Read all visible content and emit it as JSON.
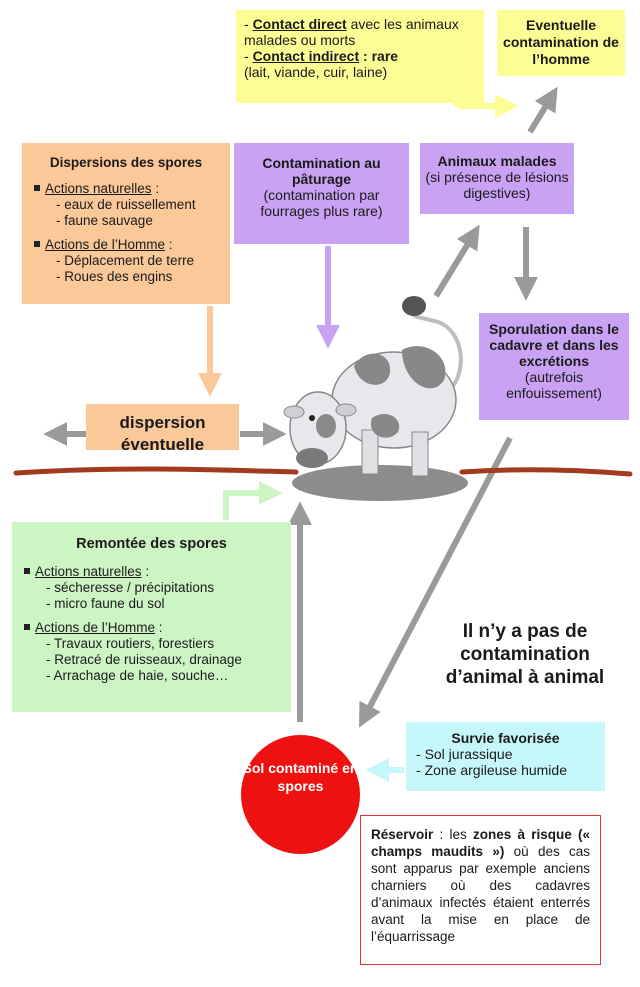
{
  "colors": {
    "yellow": "#fdfd96",
    "orange": "#fbc89a",
    "violet": "#c9a2f3",
    "green": "#cdf5c4",
    "cyan": "#c6f7fb",
    "red": "#ee1111",
    "arrow_grey": "#9a9a9a",
    "soil": "#a23a1e"
  },
  "contact": {
    "direct_label": "Contact direct",
    "direct_text": " avec les animaux malades ou morts",
    "indirect_label": "Contact indirect",
    "indirect_text": " : rare",
    "indirect_detail": "(lait, viande, cuir, laine)"
  },
  "homme": {
    "title": "Eventuelle contamination de l’homme"
  },
  "dispersions": {
    "title": "Dispersions des spores",
    "naturelles_label": "Actions naturelles",
    "naturelles_suffix": " :",
    "naturelles_items": [
      "eaux de ruissellement",
      "faune sauvage"
    ],
    "homme_label": "Actions de l’Homme",
    "homme_suffix": " :",
    "homme_items": [
      "Déplacement de terre",
      "Roues des engins"
    ]
  },
  "paturage": {
    "title": "Contamination au pâturage",
    "detail": "(contamination par fourrages plus rare)"
  },
  "malades": {
    "title": "Animaux malades",
    "detail": "(si présence de lésions digestives)"
  },
  "sporulation": {
    "title": "Sporulation dans le cadavre et dans les excrétions",
    "detail": "(autrefois enfouissement)"
  },
  "dispersion_eventuelle": "dispersion éventuelle",
  "remontee": {
    "title": "Remontée des spores",
    "naturelles_label": "Actions naturelles",
    "naturelles_suffix": " :",
    "naturelles_items": [
      "sécheresse / précipitations",
      "micro faune du sol"
    ],
    "homme_label": "Actions de l’Homme",
    "homme_suffix": " :",
    "homme_items": [
      "Travaux routiers, forestiers",
      "Retracé de ruisseaux, drainage",
      "Arrachage de haie, souche…"
    ]
  },
  "statement": "Il n’y a pas de contamination d’animal à animal",
  "survie": {
    "title": "Survie favorisée",
    "items": [
      "Sol jurassique",
      "Zone argileuse humide"
    ]
  },
  "sol": "Sol contaminé en spores",
  "reservoir": {
    "label": "Réservoir",
    "text1": " : les ",
    "bold": "zones à risque (« champs maudits »)",
    "text2": " où des cas sont apparus par exemple anciens charniers où des cadavres d’animaux infectés étaient enterrés avant la mise en place de l’équarrissage"
  }
}
